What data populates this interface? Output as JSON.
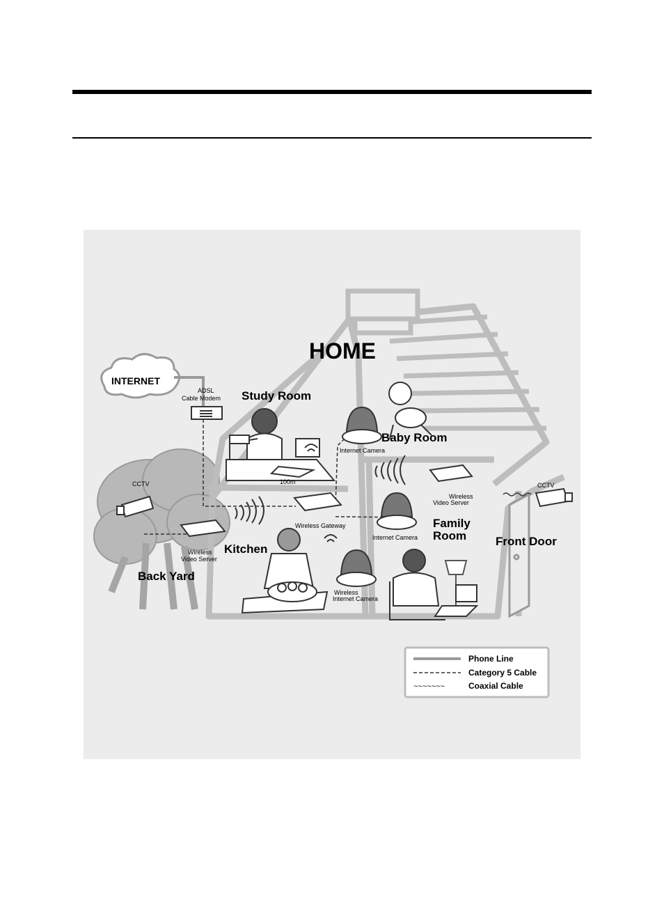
{
  "diagram": {
    "title": "HOME",
    "internet": "INTERNET",
    "modem": [
      "ADSL",
      "Cable Modem"
    ],
    "rooms": {
      "study": "Study Room",
      "baby": "Baby Room",
      "family": [
        "Family",
        "Room"
      ],
      "kitchen": "Kitchen",
      "back_yard": "Back Yard",
      "front_door": "Front Door"
    },
    "devices": {
      "cctv_left": "CCTV",
      "cctv_right": "CCTV",
      "baby_camera": "Internet Camera",
      "family_camera": "Internet Camera",
      "wireless_camera": [
        "Wireless",
        "Internet Camera"
      ],
      "gateway": "Wireless Gateway",
      "server_left": [
        "Wireless",
        "Video Server"
      ],
      "server_right": [
        "Wireless",
        "Video Server"
      ],
      "distance": "100m"
    },
    "legend": {
      "phone": "Phone Line",
      "cat5": "Category 5 Cable",
      "coax": "Coaxial Cable",
      "coax_symbol": "~~~~~~~"
    }
  },
  "colors": {
    "background": "#ececec",
    "outline": "#bdbdbd",
    "device": "#ffffff",
    "ink": "#000000"
  }
}
